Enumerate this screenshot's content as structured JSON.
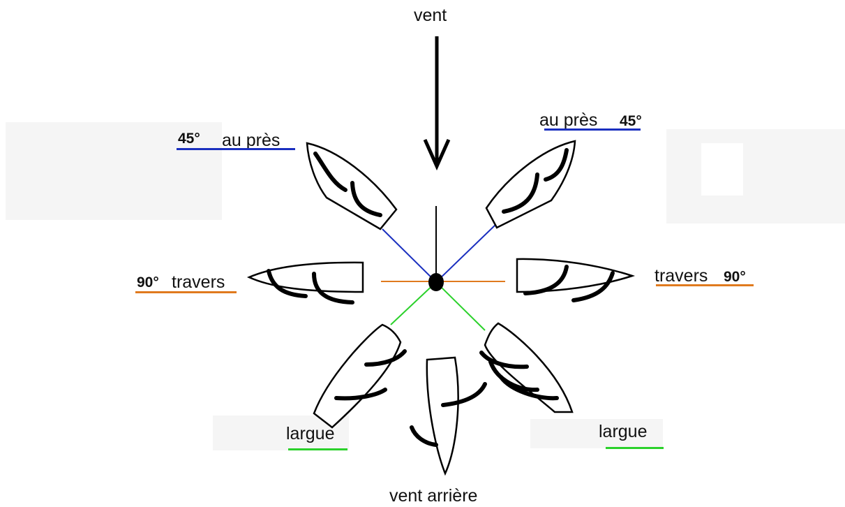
{
  "labels": {
    "wind": "vent",
    "downwind": "vent arrière",
    "close_hauled_left": {
      "angle": "45°",
      "name": "au près"
    },
    "close_hauled_right": {
      "name": "au près",
      "angle": "45°"
    },
    "beam_reach_left": {
      "angle": "90°",
      "name": "travers"
    },
    "beam_reach_right": {
      "name": "travers",
      "angle": "90°"
    },
    "broad_reach_left": {
      "name": "largue"
    },
    "broad_reach_right": {
      "name": "largue"
    }
  },
  "colors": {
    "close_hauled": "#1a2fbf",
    "beam_reach": "#e07a1e",
    "broad_reach": "#2bd12b",
    "ink": "#000000",
    "background_patch": "#f7f7f7"
  }
}
